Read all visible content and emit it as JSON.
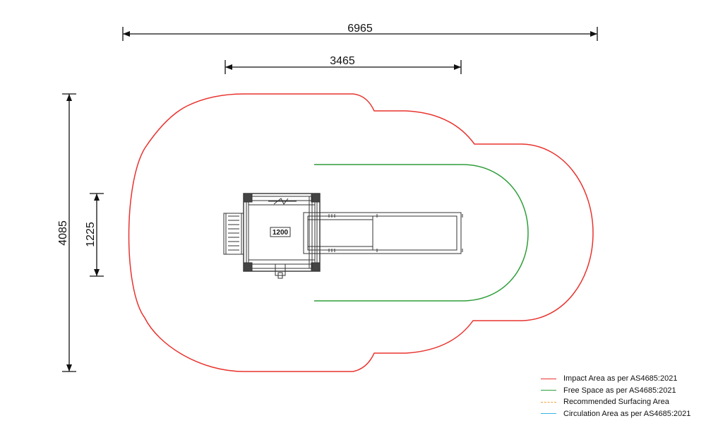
{
  "dimensions": {
    "overall_width": "6965",
    "equipment_width": "3465",
    "overall_length": "4085",
    "equipment_length": "1225",
    "platform_height": "1200"
  },
  "legend": [
    {
      "label": "Impact Area as per AS4685:2021",
      "color": "#e8332e",
      "style": "solid"
    },
    {
      "label": "Free Space as per AS4685:2021",
      "color": "#2f9e3a",
      "style": "solid"
    },
    {
      "label": "Recommended Surfacing Area",
      "color": "#f0a340",
      "style": "dashed"
    },
    {
      "label": "Circulation Area as per AS4685:2021",
      "color": "#3cb4e6",
      "style": "solid"
    }
  ],
  "colors": {
    "impact_area": "#e8332e",
    "free_space": "#2f9e3a",
    "dimension_lines": "#111111",
    "equipment": "#333333"
  }
}
